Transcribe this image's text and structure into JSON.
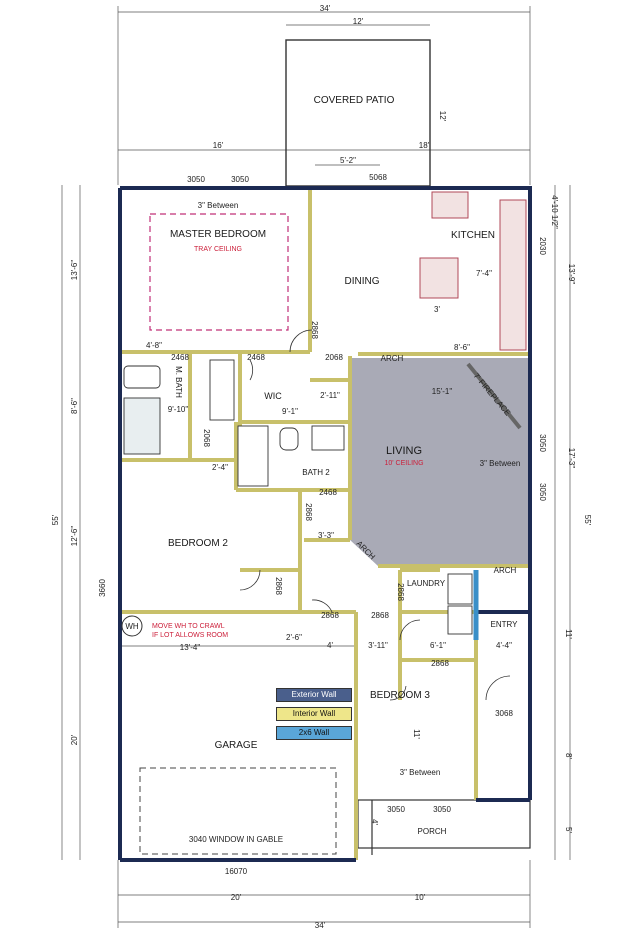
{
  "rooms": {
    "covered_patio": "COVERED PATIO",
    "master_bedroom": "MASTER BEDROOM",
    "tray_ceiling": "TRAY CEILING",
    "kitchen": "KITCHEN",
    "dining": "DINING",
    "m_bath": "M. BATH",
    "wic": "WIC",
    "living": "LIVING",
    "living_ceiling": "10' CEILING",
    "bath2": "BATH 2",
    "bedroom2": "BEDROOM 2",
    "laundry": "LAUNDRY",
    "entry": "ENTRY",
    "bedroom3": "BEDROOM 3",
    "garage": "GARAGE",
    "porch": "PORCH",
    "fireplace": "7' FIREPLACE"
  },
  "notes": {
    "wh": "WH",
    "move_wh_line1": "MOVE WH TO CRAWL",
    "move_wh_line2": "IF LOT ALLOWS ROOM",
    "garage_window": "3040 WINDOW IN GABLE",
    "between_master": "3\" Between",
    "between_living": "3\" Between",
    "between_bed3": "3\" Between",
    "arch_top": "ARCH",
    "arch_mid": "ARCH",
    "arch_right": "ARCH"
  },
  "legend": {
    "exterior": "Exterior Wall",
    "interior": "Interior Wall",
    "wall_2x6": "2x6 Wall",
    "colors": {
      "exterior": "#1f3e75",
      "interior": "#e6e07a",
      "wall_2x6": "#3a8fc8"
    }
  },
  "dimensions": {
    "top_overall": "34'",
    "patio_width": "12'",
    "patio_depth": "12'",
    "left_16": "16'",
    "right_18": "18'",
    "five_two": "5'-2\"",
    "overall_left": "55'",
    "overall_right": "55'",
    "left_13_6": "13'-6\"",
    "left_8_6": "8'-6\"",
    "left_12_6": "12'-6\"",
    "left_20": "20'",
    "right_4_10": "4'-10 1/2\"",
    "right_13_9": "13'-9\"",
    "right_17_3": "17'-3\"",
    "right_11": "11'",
    "right_8": "8'",
    "right_5": "5'",
    "bottom_20": "20'",
    "bottom_10": "10'",
    "bottom_34": "34'",
    "garage_13_4": "13'-4\"",
    "garage_door": "16070",
    "kitchen_7_4": "7'-4\"",
    "kitchen_3": "3'",
    "kitchen_8_6": "8'-6\"",
    "living_15_1": "15'-1\"",
    "wic_9_1": "9'-1\"",
    "mbath_9_10": "9'-10\"",
    "mbath_4_8": "4'-8\"",
    "wic_2_11": "2'-11\"",
    "hall_3_3": "3'-3\"",
    "hall_2_4": "2'-4\"",
    "bed3_3_11": "3'-11\"",
    "bed3_6_1": "6'-1\"",
    "entry_4_4": "4'-4\"",
    "bed3_11": "11'",
    "porch_4": "4'",
    "w_3050a": "3050",
    "w_3050b": "3050",
    "w_5068": "5068",
    "w_3050c": "3050",
    "w_3050d": "3050",
    "w_3050e": "3050",
    "w_3050f": "3050",
    "w_3068": "3068",
    "w_3660": "3660",
    "d_2468a": "2468",
    "d_2468b": "2468",
    "d_2068a": "2068",
    "d_2868a": "2868",
    "d_2068b": "2068",
    "d_2468c": "2468",
    "d_2868b": "2868",
    "d_2868c": "2868",
    "d_2868d": "2868",
    "d_2868e": "2868",
    "d_2868f": "2868",
    "d_2868g": "2868",
    "d_2030": "2030",
    "d_4": "4'",
    "d_2_6": "2'-6\""
  }
}
